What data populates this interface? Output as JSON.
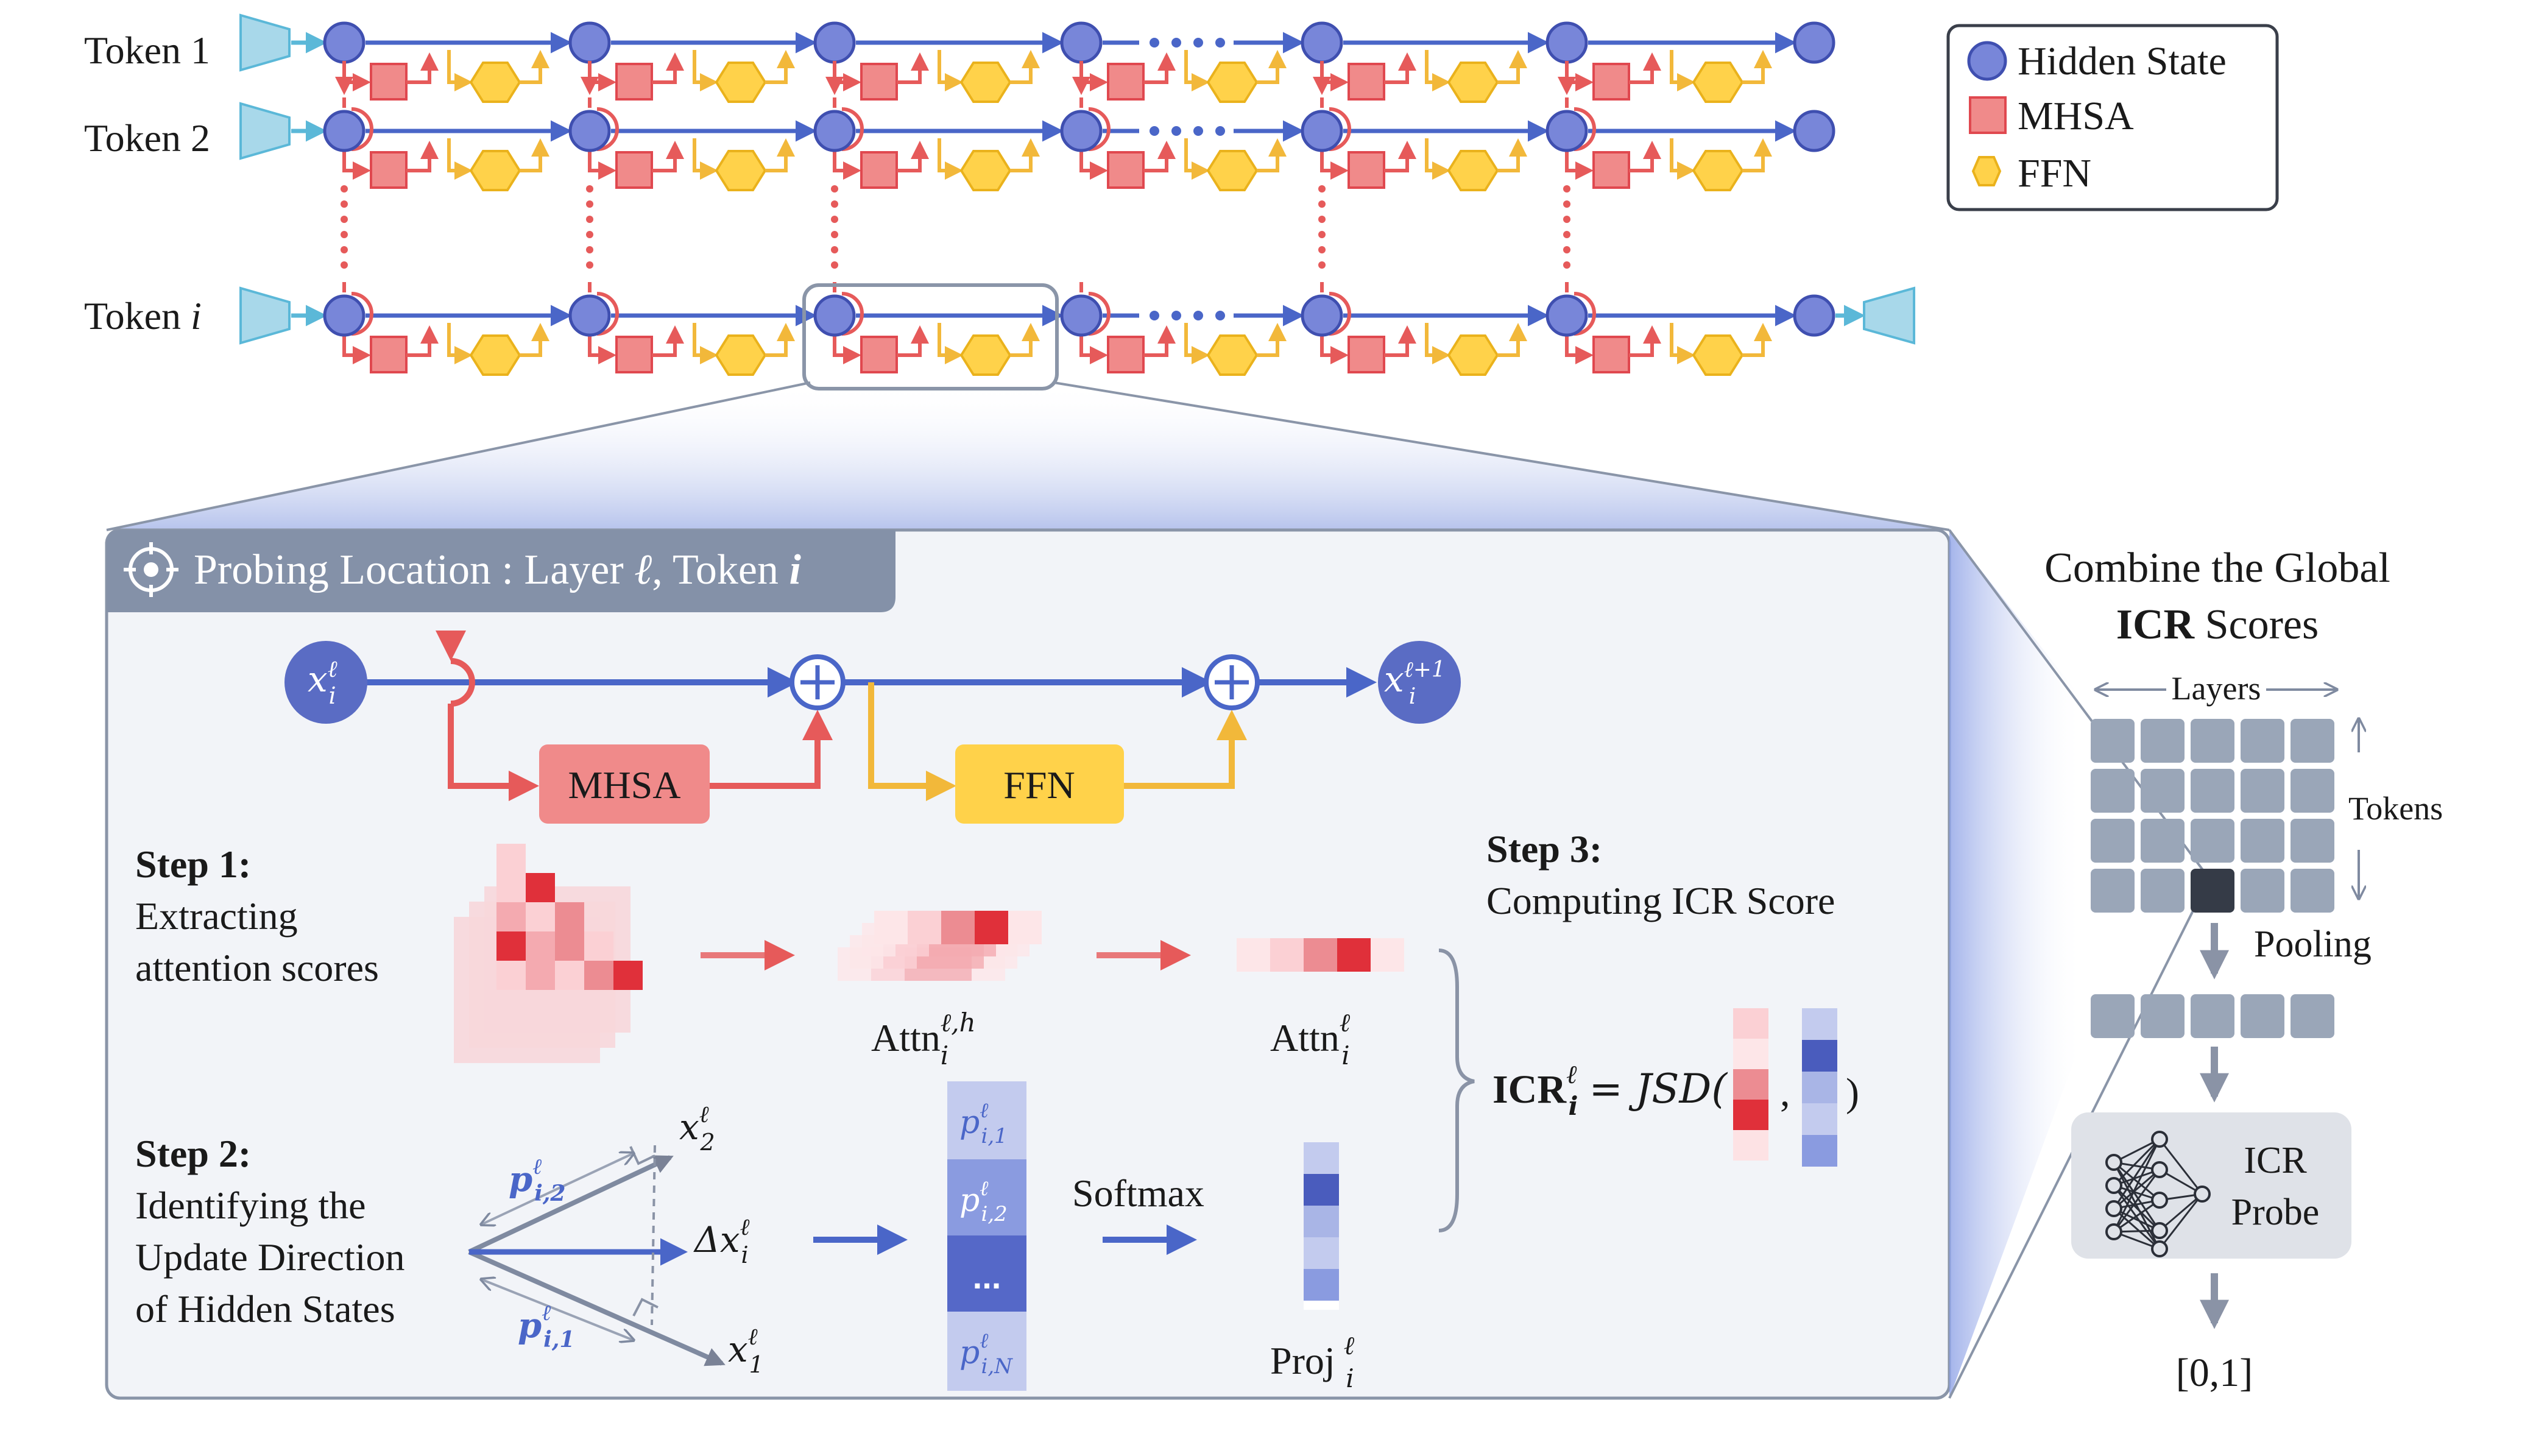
{
  "colors": {
    "hidden": "#7886d9",
    "hidden_stroke": "#3f4fb0",
    "mhsa": "#f08a8a",
    "mhsa_stroke": "#e0484f",
    "ffn": "#ffd24a",
    "ffn_stroke": "#eab21c",
    "blue_line": "#4a66c8",
    "red_line": "#e65a5a",
    "yellow_line": "#f2b83a",
    "token_box": "#a8d8ea",
    "panel_bg": "#f2f4f8",
    "panel_border": "#8a95a8",
    "header_bg": "#8491a8",
    "grid_light": "#9aa6b8",
    "grid_dark": "#353b47"
  },
  "top": {
    "token_labels": {
      "t1": "Token 1",
      "t2": "Token 2",
      "ti_prefix": "Token ",
      "ti_var": "i"
    },
    "ellipsis": "• • • •"
  },
  "legend": {
    "hidden_state": "Hidden State",
    "mhsa": "MHSA",
    "ffn": "FFN"
  },
  "panel": {
    "header_prefix": "Probing Location : Layer ",
    "header_layer": "ℓ",
    "header_mid": ", Token ",
    "header_token": "i",
    "flow": {
      "x_in": "x",
      "x_in_sup": "ℓ",
      "x_in_sub": "i",
      "x_out": "x",
      "x_out_sup": "ℓ+1",
      "x_out_sub": "i",
      "mhsa": "MHSA",
      "ffn": "FFN"
    },
    "step1": {
      "title": "Step 1:",
      "line1": "Extracting",
      "line2": "attention scores",
      "attn_h_base": "Attn",
      "attn_h_sup": "ℓ,h",
      "attn_h_sub": "i",
      "attn_base": "Attn",
      "attn_sup": "ℓ",
      "attn_sub": "i"
    },
    "step2": {
      "title": "Step 2:",
      "line1": "Identifying the",
      "line2": "Update Direction",
      "line3": "of Hidden States",
      "p2": "p",
      "p2_sup": "ℓ",
      "p2_sub": "i,2",
      "p1": "p",
      "p1_sup": "ℓ",
      "p1_sub": "i,1",
      "x2": "x",
      "x2_sup": "ℓ",
      "x2_sub": "2",
      "x1": "x",
      "x1_sup": "ℓ",
      "x1_sub": "1",
      "dx": "Δx",
      "dx_sup": "ℓ",
      "dx_sub": "i",
      "col_p1": "p",
      "col_p1_sup": "ℓ",
      "col_p1_sub": "i,1",
      "col_p2": "p",
      "col_p2_sup": "ℓ",
      "col_p2_sub": "i,2",
      "col_dots": "...",
      "col_pN": "p",
      "col_pN_sup": "ℓ",
      "col_pN_sub": "i,N",
      "softmax": "Softmax",
      "proj_base": "Proj",
      "proj_sup": "ℓ",
      "proj_sub": "i"
    },
    "step3": {
      "title": "Step 3:",
      "line1": "Computing ICR Score",
      "icr": "ICR",
      "icr_sup": "ℓ",
      "icr_sub": "i",
      "eq": "= JSD(",
      "comma": ",",
      "close": ")"
    }
  },
  "right": {
    "title1": "Combine the Global",
    "title2_bold": "ICR",
    "title2_rest": " Scores",
    "layers": "Layers",
    "tokens": "Tokens",
    "pooling": "Pooling",
    "probe1": "ICR",
    "probe2": "Probe",
    "output": "[0,1]"
  }
}
